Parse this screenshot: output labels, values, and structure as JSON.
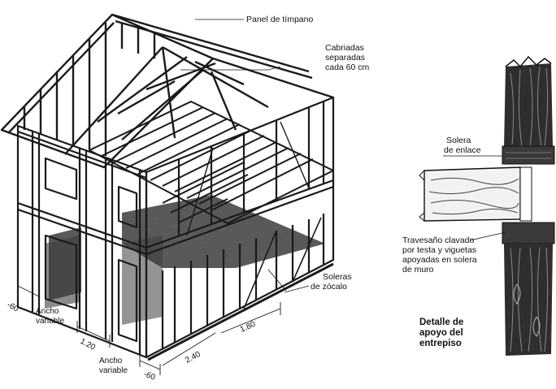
{
  "labels": {
    "panel_timpano": "Panel de tímpano",
    "cabriadas": [
      "Cabriadas",
      "separadas",
      "cada 60 cm"
    ],
    "soleras_zocalo": [
      "Soleras",
      "de zócalo"
    ],
    "solera_enlace": [
      "Solera",
      "de enlace"
    ],
    "travesano": [
      "Travesaño clavado",
      "por testa y viguetas",
      "apoyadas en solera",
      "de muro"
    ],
    "detalle": [
      "Detalle de",
      "apoyo del",
      "entrepiso"
    ]
  },
  "dimensions": {
    "d60_left": "-60",
    "ancho_variable_1": [
      "Ancho",
      "variable"
    ],
    "d120": "1.20",
    "d180": "1.80",
    "d240": "2.40",
    "ancho_variable_2": [
      "Ancho",
      "variable"
    ],
    "d60_bottom": "-60"
  },
  "colors": {
    "line": "#1a1a1a",
    "timber_dark": "#2a2a2a",
    "timber_grain": "#5a5a5a",
    "background": "#ffffff"
  }
}
